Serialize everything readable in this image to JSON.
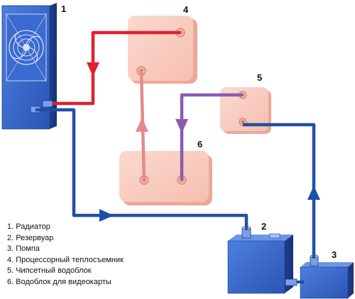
{
  "labels": {
    "n1": "1",
    "n2": "2",
    "n3": "3",
    "n4": "4",
    "n5": "5",
    "n6": "6"
  },
  "legend": [
    "1. Радиатор",
    "2. Резервуар",
    "3. Помпа",
    "4. Процессорный теплосъемник",
    "5. Чипсетный водоблок",
    "6. Водоблок для видеокарты"
  ],
  "colors": {
    "hot_line": "#e02030",
    "cold_line": "#1f4fa8",
    "gpu_line": "#e58a8a",
    "chipset_line": "#8a5bb0",
    "block_fill": "#f9c9bd",
    "device_blue": "#2f5fc4"
  },
  "icons": {
    "radiator_fan": "fan-grille-icon"
  }
}
